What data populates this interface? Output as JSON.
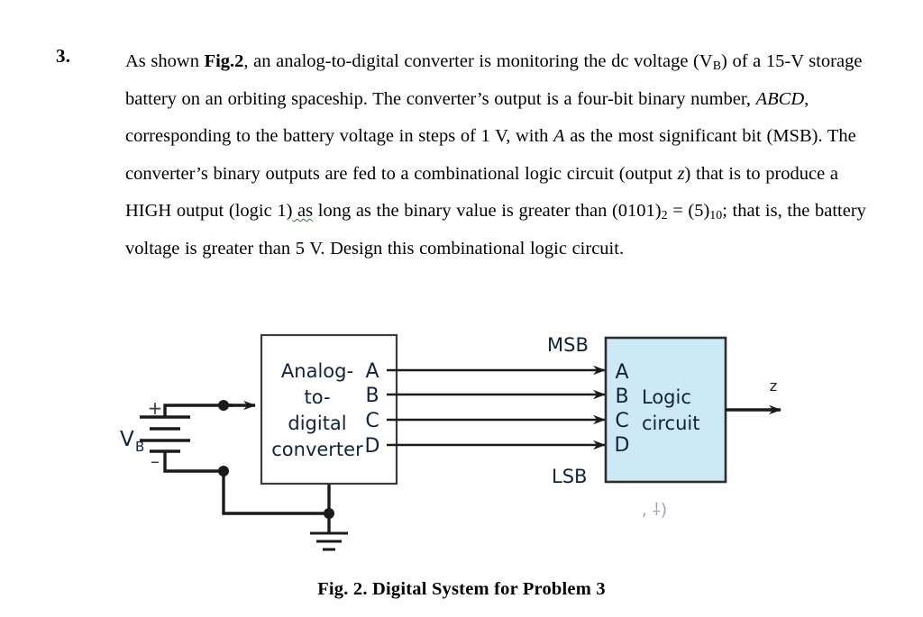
{
  "problem": {
    "number": "3.",
    "lines": [
      "As shown Fig.2, an analog-to-digital converter is monitoring the dc voltage (VB)",
      "of a 15-V storage battery on an orbiting spaceship. The converter's output is a",
      "four-bit binary number, ABCD, corresponding to the battery voltage in steps of 1",
      "V, with A as the most significant bit (MSB). The converter's binary outputs are",
      "fed to a combinational logic circuit (output z) that is to produce a HIGH output",
      "(logic 1) as long as the binary value is greater than (0101)2 = (5)10; that is, the",
      "battery voltage is greater than 5 V. Design this combinational logic circuit."
    ],
    "text_segments": {
      "s1a": "As shown ",
      "s1b": "Fig.2",
      "s1c": ", an analog-to-digital converter is monitoring the dc voltage (V",
      "s1d": "B",
      "s1e": ")",
      "s2": "of a 15-V storage battery on an orbiting spaceship. The converter’s output is a",
      "s3a": "four-bit binary number, ",
      "s3b": "ABCD",
      "s3c": ", corresponding to the battery voltage in steps of 1",
      "s4a": "V, with ",
      "s4b": "A",
      "s4c": " as the most significant bit (MSB). The converter’s binary outputs are",
      "s5a": "fed to a combinational logic circuit (output ",
      "s5b": "z",
      "s5c": ") that is to produce a HIGH output",
      "s6a": "(logic 1)",
      "s6b": " as",
      "s6c": " long as the binary value is greater than (0101)",
      "s6d": "2",
      "s6e": " = (5)",
      "s6f": "10",
      "s6g": "; that is, the",
      "s7": "battery voltage is greater than 5 V. Design this combinational logic circuit."
    }
  },
  "figure": {
    "caption": "Fig. 2. Digital System for Problem 3",
    "source_label": "V",
    "source_sublabel": "B",
    "source_plus": "+",
    "source_minus": "–",
    "adc": {
      "line1": "Analog-",
      "line2": "to-",
      "line3": "digital",
      "line4": "converter",
      "outputs": [
        "A",
        "B",
        "C",
        "D"
      ],
      "fill_color": "#ffffff",
      "border_color": "#3c3c3c"
    },
    "logic": {
      "line1": "Logic",
      "line2": "circuit",
      "inputs": [
        "A",
        "B",
        "C",
        "D"
      ],
      "msb_label": "MSB",
      "lsb_label": "LSB",
      "output_label": "z",
      "fill_color": "#cde9f5",
      "border_color": "#2d2d2d"
    },
    "scan_artifact": ", ⸸)"
  }
}
